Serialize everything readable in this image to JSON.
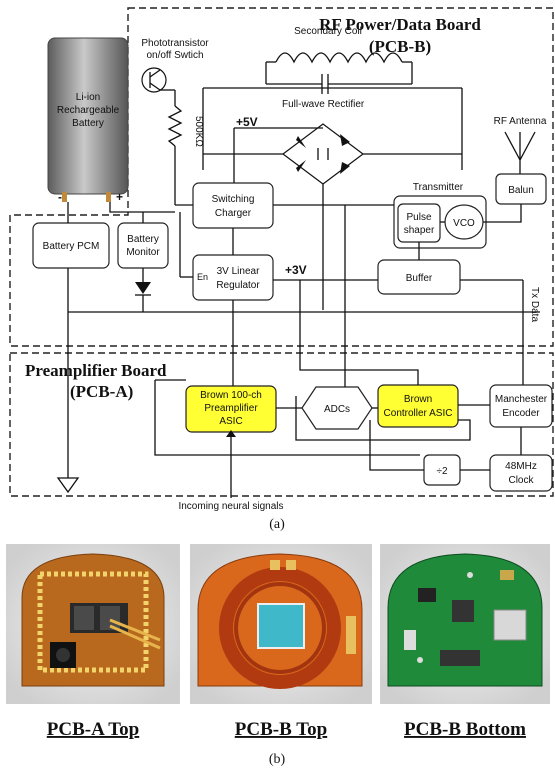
{
  "boards": {
    "rf_title_1": "RF Power/Data Board",
    "rf_title_2": "(PCB-B)",
    "pre_title_1": "Preamplifier Board",
    "pre_title_2": "(PCB-A)"
  },
  "components": {
    "battery_1": "Li-ion",
    "battery_2": "Rechargeable",
    "battery_3": "Battery",
    "phototransistor_1": "Phototransistor",
    "phototransistor_2": "on/off Swtich",
    "resistor": "500KΩ",
    "secondary_coil": "Secondary Coil",
    "rectifier": "Full-wave Rectifier",
    "plus5v": "+5V",
    "plus3v": "+3V",
    "rf_antenna": "RF Antenna",
    "balun": "Balun",
    "transmitter": "Transmitter",
    "pulse_shaper_1": "Pulse",
    "pulse_shaper_2": "shaper",
    "vco": "VCO",
    "switching_charger_1": "Switching",
    "switching_charger_2": "Charger",
    "battery_pcm": "Battery PCM",
    "battery_monitor_1": "Battery",
    "battery_monitor_2": "Monitor",
    "regulator_1": "3V Linear",
    "regulator_2": "Regulator",
    "enable": "En",
    "buffer": "Buffer",
    "tx_data": "Tx Data",
    "preamp_1": "Brown 100-ch",
    "preamp_2": "Preamplifier",
    "preamp_3": "ASIC",
    "adcs": "ADCs",
    "controller_1": "Brown",
    "controller_2": "Controller ASIC",
    "manchester_1": "Manchester",
    "manchester_2": "Encoder",
    "divider": "÷2",
    "clock_1": "48MHz",
    "clock_2": "Clock",
    "neural": "Incoming neural signals",
    "minus": "-",
    "plus": "+"
  },
  "captions": {
    "a": "(a)",
    "b": "(b)"
  },
  "photos": [
    {
      "label": "PCB-A Top"
    },
    {
      "label": "PCB-B Top"
    },
    {
      "label": "PCB-B Bottom"
    }
  ],
  "colors": {
    "asic_yellow": "#ffff33",
    "pcb_a_board": "#b8691e",
    "pcb_b_top_board": "#d9671c",
    "pcb_b_bottom_board": "#1f8a3a"
  }
}
